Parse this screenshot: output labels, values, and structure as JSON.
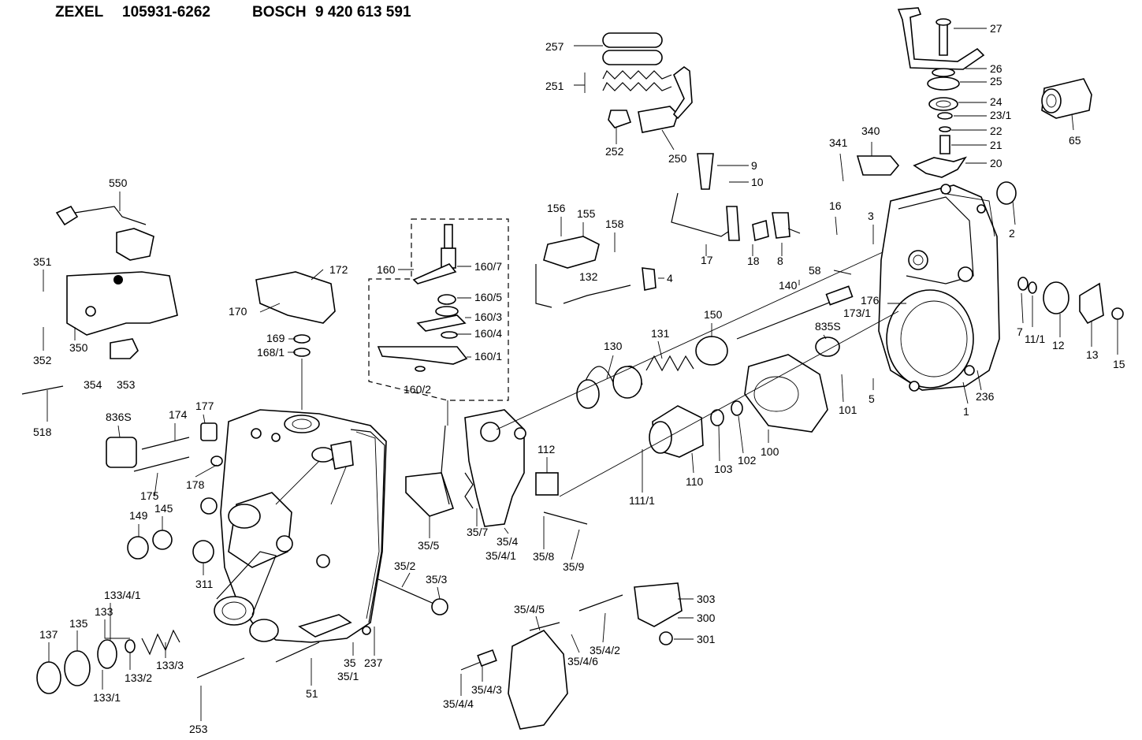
{
  "header": {
    "brand1": "ZEXEL",
    "number1": "105931-6262",
    "brand2": "BOSCH",
    "number2": "9 420 613 591"
  },
  "callouts": [
    "27",
    "26",
    "25",
    "24",
    "23/1",
    "22",
    "21",
    "20",
    "65",
    "257",
    "251",
    "252",
    "250",
    "340",
    "341",
    "9",
    "10",
    "16",
    "3",
    "2",
    "550",
    "351",
    "352",
    "350",
    "354",
    "353",
    "518",
    "172",
    "170",
    "169",
    "168/1",
    "160",
    "160/7",
    "160/5",
    "160/3",
    "160/4",
    "160/1",
    "160/2",
    "156",
    "155",
    "158",
    "132",
    "4",
    "17",
    "18",
    "8",
    "58",
    "140",
    "176",
    "173/1",
    "7",
    "11/1",
    "12",
    "13",
    "15",
    "130",
    "131",
    "150",
    "835S",
    "101",
    "5",
    "236",
    "1",
    "100",
    "102",
    "103",
    "110",
    "112",
    "111/1",
    "836S",
    "174",
    "177",
    "178",
    "175",
    "145",
    "149",
    "311",
    "35/5",
    "35/7",
    "35/4",
    "35/4/1",
    "35/8",
    "35/9",
    "35/2",
    "35/3",
    "133/4/1",
    "133",
    "137",
    "135",
    "133/2",
    "133/3",
    "133/1",
    "35",
    "35/1",
    "237",
    "51",
    "253",
    "35/4/5",
    "35/4/6",
    "35/4/2",
    "35/4/3",
    "35/4/4",
    "303",
    "300",
    "301"
  ]
}
